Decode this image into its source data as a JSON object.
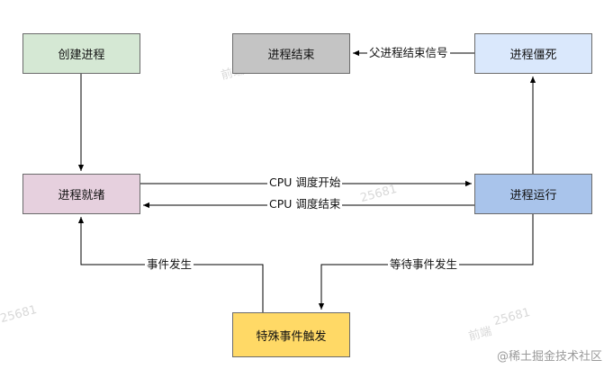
{
  "nodes": {
    "create": "创建进程",
    "end": "进程结束",
    "zombie": "进程僵死",
    "ready": "进程就绪",
    "running": "进程运行",
    "event": "特殊事件触发"
  },
  "edges": {
    "parent_end_signal": "父进程结束信号",
    "cpu_schedule_start": "CPU 调度开始",
    "cpu_schedule_end": "CPU 调度结束",
    "event_happened": "事件发生",
    "wait_event_happened": "等待事件发生"
  },
  "watermarks": {
    "credit": "@稀土掘金技术社区",
    "user_a": "前端",
    "user_b": "25681"
  },
  "colors": {
    "create": "#d5e8d4",
    "end": "#c4c4c4",
    "zombie": "#dae8fc",
    "ready": "#e6d0de",
    "running": "#a9c4eb",
    "event": "#ffd966",
    "stroke": "#000000"
  }
}
